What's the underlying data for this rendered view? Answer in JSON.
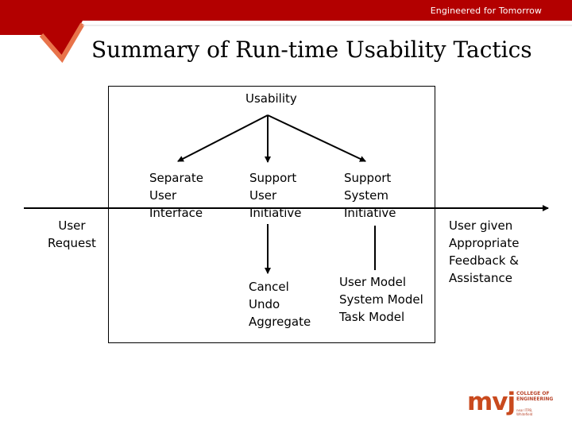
{
  "header": {
    "tagline": "Engineered for Tomorrow",
    "banner_color": "#b30000",
    "chevron_color": "#e8734a"
  },
  "title": "Summary of Run-time Usability Tactics",
  "diagram": {
    "root": "Usability",
    "input_label": "User\nRequest",
    "output_label": "User given\nAppropriate\nFeedback &\nAssistance",
    "tactics": [
      "Separate\nUser\nInterface",
      "Support\nUser\nInitiative",
      "Support\nSystem\nInitiative"
    ],
    "details": [
      "Cancel\nUndo\nAggregate",
      "User Model\nSystem Model\nTask Model"
    ]
  },
  "logo": {
    "icon": "mvj-college-logo",
    "mark": "mvj",
    "name": "COLLEGE OF\nENGINEERING",
    "sub": "near ITPB, Whitefield",
    "color": "#c94a1e"
  }
}
